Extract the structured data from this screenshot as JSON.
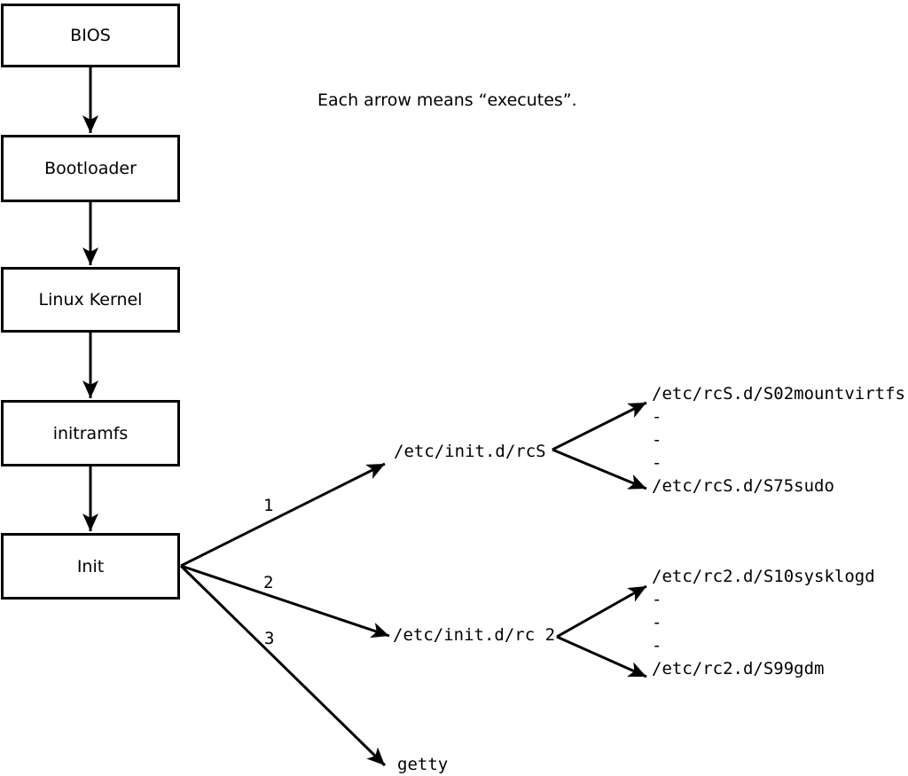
{
  "note": "Each arrow means “executes”.",
  "boxes": [
    {
      "label": "BIOS"
    },
    {
      "label": "Bootloader"
    },
    {
      "label": "Linux Kernel"
    },
    {
      "label": "initramfs"
    },
    {
      "label": "Init"
    }
  ],
  "branches": [
    {
      "number": "1",
      "target": "/etc/init.d/rcS",
      "children": [
        "/etc/rcS.d/S02mountvirtfs",
        "-",
        "-",
        "-",
        "/etc/rcS.d/S75sudo"
      ]
    },
    {
      "number": "2",
      "target": "/etc/init.d/rc 2",
      "children": [
        "/etc/rc2.d/S10sysklogd",
        "-",
        "-",
        "-",
        "/etc/rc2.d/S99gdm"
      ]
    },
    {
      "number": "3",
      "target": "getty",
      "children": []
    }
  ],
  "colors": {
    "ink": "#000000",
    "background": "#ffffff"
  }
}
